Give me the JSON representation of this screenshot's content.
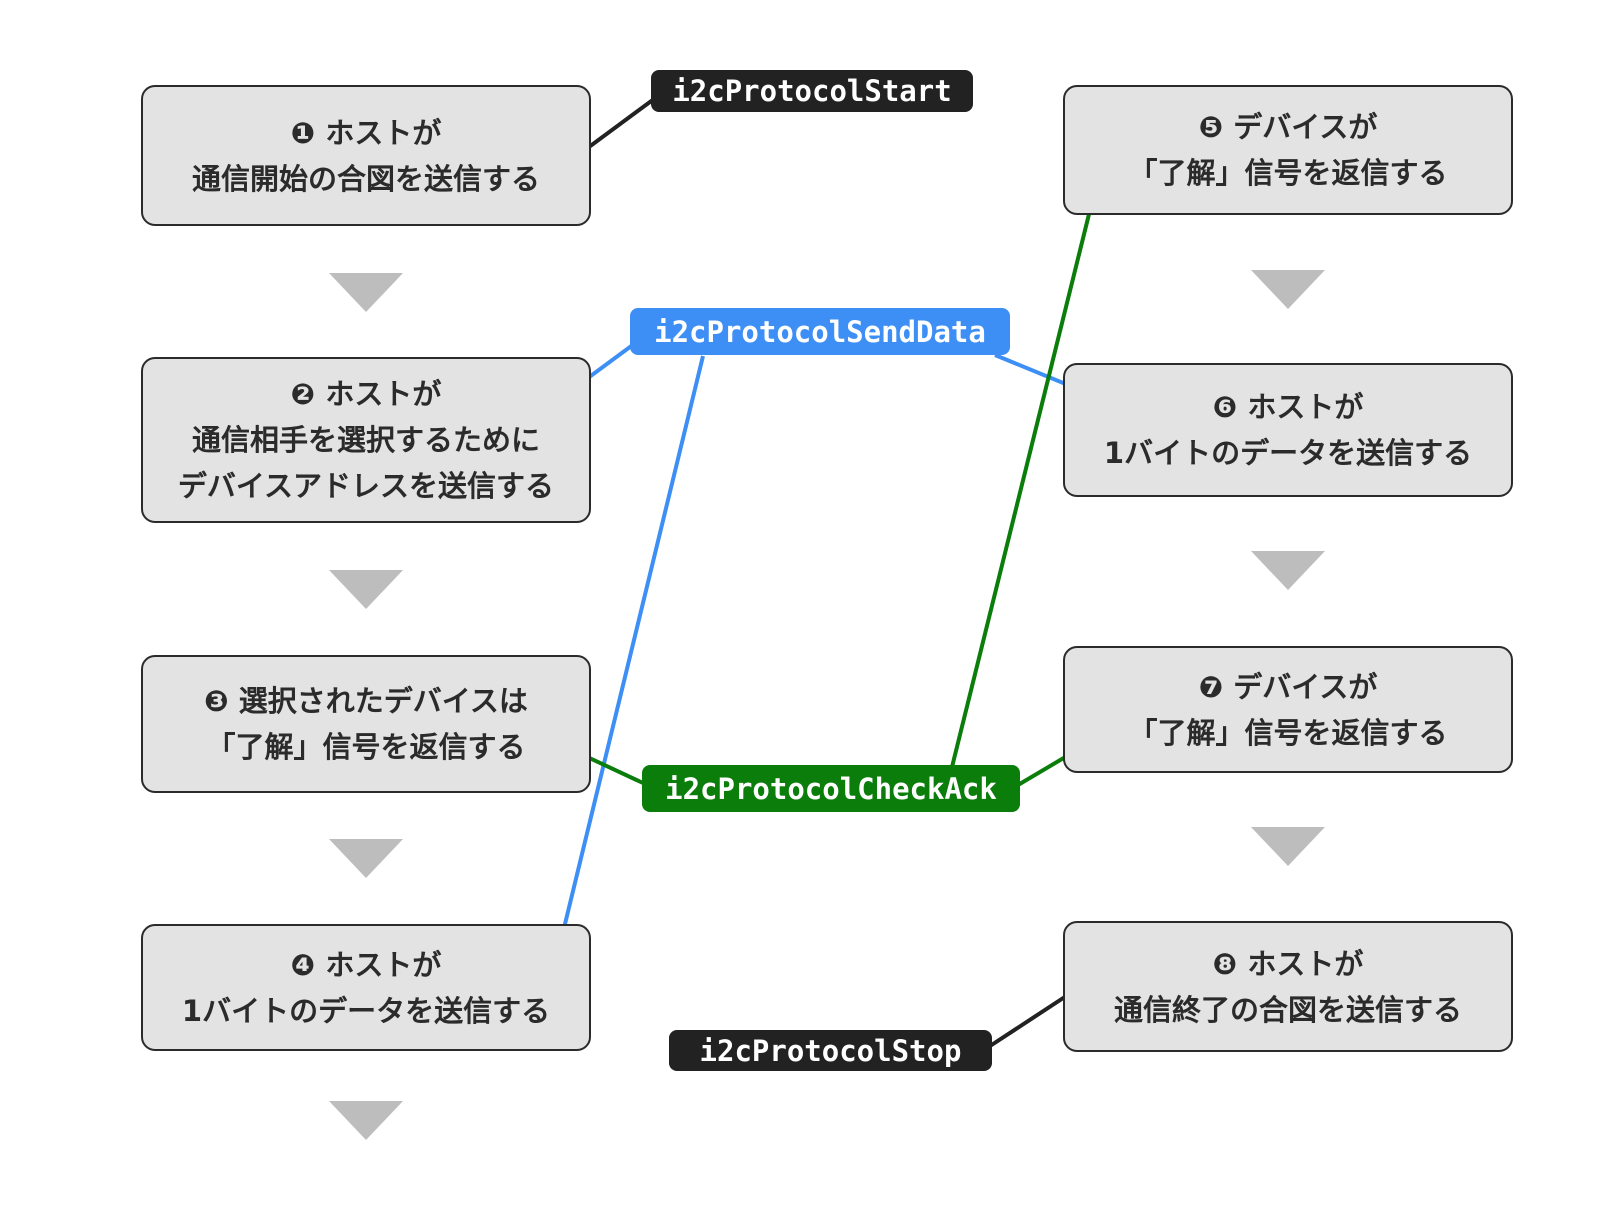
{
  "steps": [
    {
      "id": 1,
      "lines": [
        "❶ ホストが",
        "通信開始の合図を送信する"
      ]
    },
    {
      "id": 2,
      "lines": [
        "❷ ホストが",
        "通信相手を選択するために",
        "デバイスアドレスを送信する"
      ]
    },
    {
      "id": 3,
      "lines": [
        "❸ 選択されたデバイスは",
        "「了解」信号を返信する"
      ]
    },
    {
      "id": 4,
      "lines": [
        "❹ ホストが",
        "1バイトのデータを送信する"
      ]
    },
    {
      "id": 5,
      "lines": [
        "❺ デバイスが",
        "「了解」信号を返信する"
      ]
    },
    {
      "id": 6,
      "lines": [
        "❻ ホストが",
        "1バイトのデータを送信する"
      ]
    },
    {
      "id": 7,
      "lines": [
        "❼ デバイスが",
        "「了解」信号を返信する"
      ]
    },
    {
      "id": 8,
      "lines": [
        "❽ ホストが",
        "通信終了の合図を送信する"
      ]
    }
  ],
  "functions": {
    "start": {
      "label": "i2cProtocolStart",
      "color": "#222222",
      "links_to_steps": [
        1
      ]
    },
    "send_data": {
      "label": "i2cProtocolSendData",
      "color": "#3d8ff5",
      "links_to_steps": [
        2,
        4,
        6
      ]
    },
    "check_ack": {
      "label": "i2cProtocolCheckAck",
      "color": "#0a7d0a",
      "links_to_steps": [
        3,
        5,
        7
      ]
    },
    "stop": {
      "label": "i2cProtocolStop",
      "color": "#222222",
      "links_to_steps": [
        8
      ]
    }
  },
  "colors": {
    "box_fill": "#e3e3e3",
    "box_border": "#2b2b2b",
    "arrow": "#bdbdbd"
  }
}
